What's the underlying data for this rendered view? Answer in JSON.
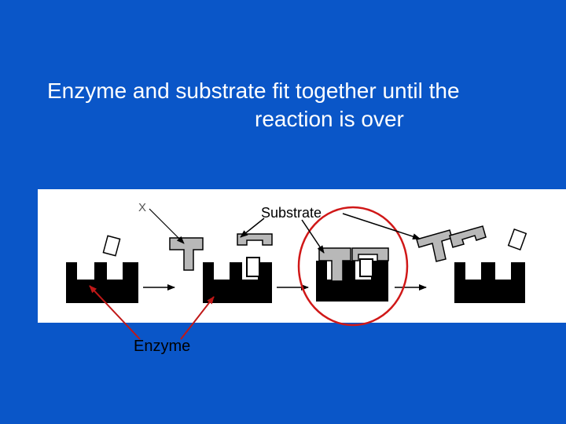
{
  "slide": {
    "title_line1": "Enzyme and substrate fit together until the",
    "title_line2": "reaction is over"
  },
  "diagram": {
    "label_x": "X",
    "label_substrate": "Substrate",
    "label_enzyme": "Enzyme"
  },
  "colors": {
    "background": "#0a56c8",
    "panel": "#ffffff",
    "enzyme": "#000000",
    "substrate": "#b8b8b8",
    "highlight_circle": "#d01818"
  }
}
